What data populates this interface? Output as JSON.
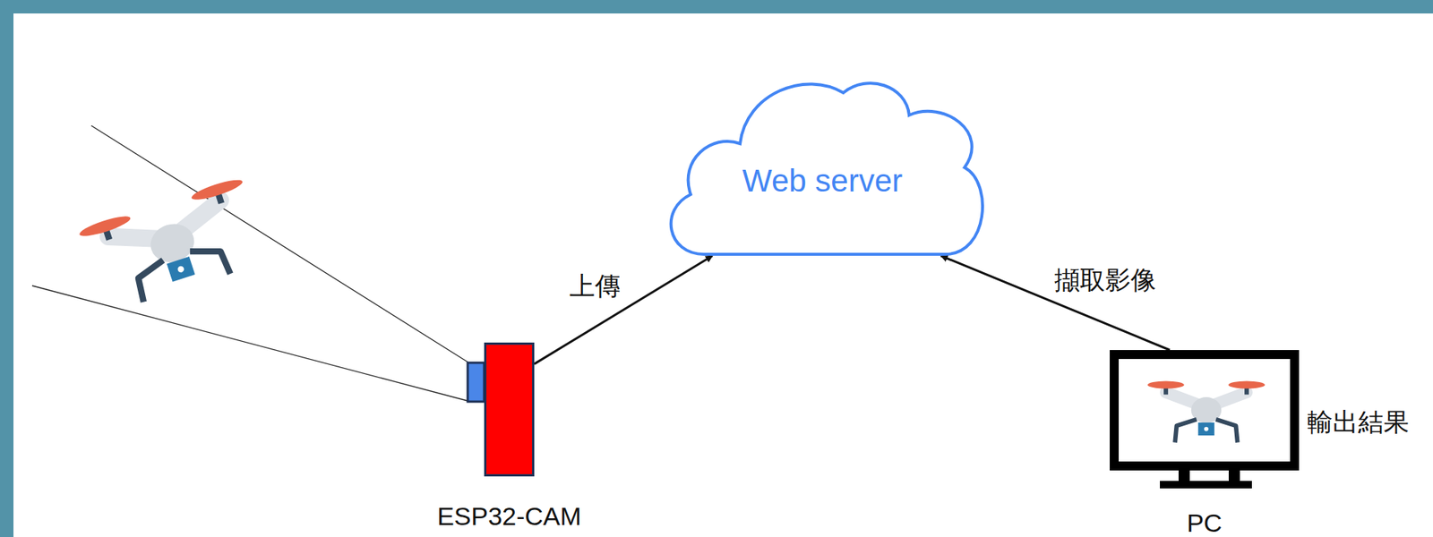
{
  "diagram": {
    "nodes": [
      {
        "text": [
          "ESP32-CAM"
        ]
      },
      {
        "text": [
          "Web server"
        ]
      },
      {
        "text": [
          "PC"
        ]
      }
    ],
    "edges": [
      {
        "from": 0,
        "to": 1,
        "arrow": "to",
        "label": "上傳"
      },
      {
        "from": 2,
        "to": 1,
        "arrow": "to",
        "label": "擷取影像"
      }
    ],
    "labels": [
      "輸出結果"
    ]
  }
}
